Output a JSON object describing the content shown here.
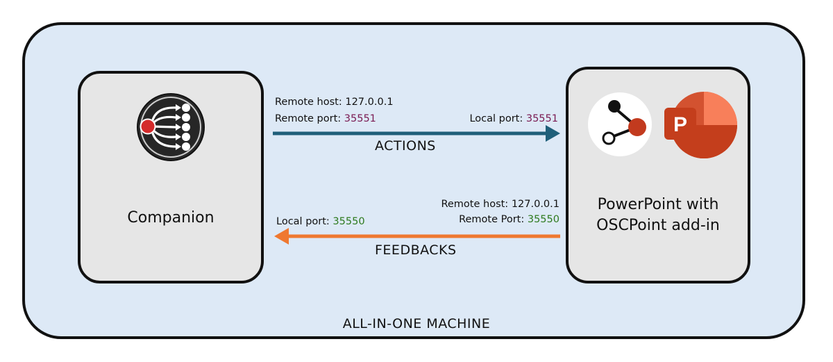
{
  "container": {
    "label": "ALL-IN-ONE MACHINE"
  },
  "companion": {
    "label": "Companion",
    "icon": "companion-logo-icon"
  },
  "powerpoint": {
    "label_line1": "PowerPoint with",
    "label_line2": "OSCPoint add-in",
    "icons": [
      "oscpoint-logo-icon",
      "powerpoint-logo-icon"
    ]
  },
  "actions": {
    "label": "ACTIONS",
    "color": "#1f5f7a",
    "remote_host_label": "Remote host:",
    "remote_host_value": "127.0.0.1",
    "remote_port_label": "Remote port:",
    "remote_port_value": "35551",
    "local_port_label": "Local port:",
    "local_port_value": "35551"
  },
  "feedbacks": {
    "label": "FEEDBACKS",
    "color": "#ef7830",
    "remote_host_label": "Remote host:",
    "remote_host_value": "127.0.0.1",
    "remote_port_label": "Remote Port:",
    "remote_port_value": "35550",
    "local_port_label": "Local port:",
    "local_port_value": "35550"
  },
  "colors": {
    "port_actions": "#7a1a52",
    "port_feedbacks": "#2d7a1d",
    "background": "#dde9f6",
    "node": "#e6e6e6"
  }
}
